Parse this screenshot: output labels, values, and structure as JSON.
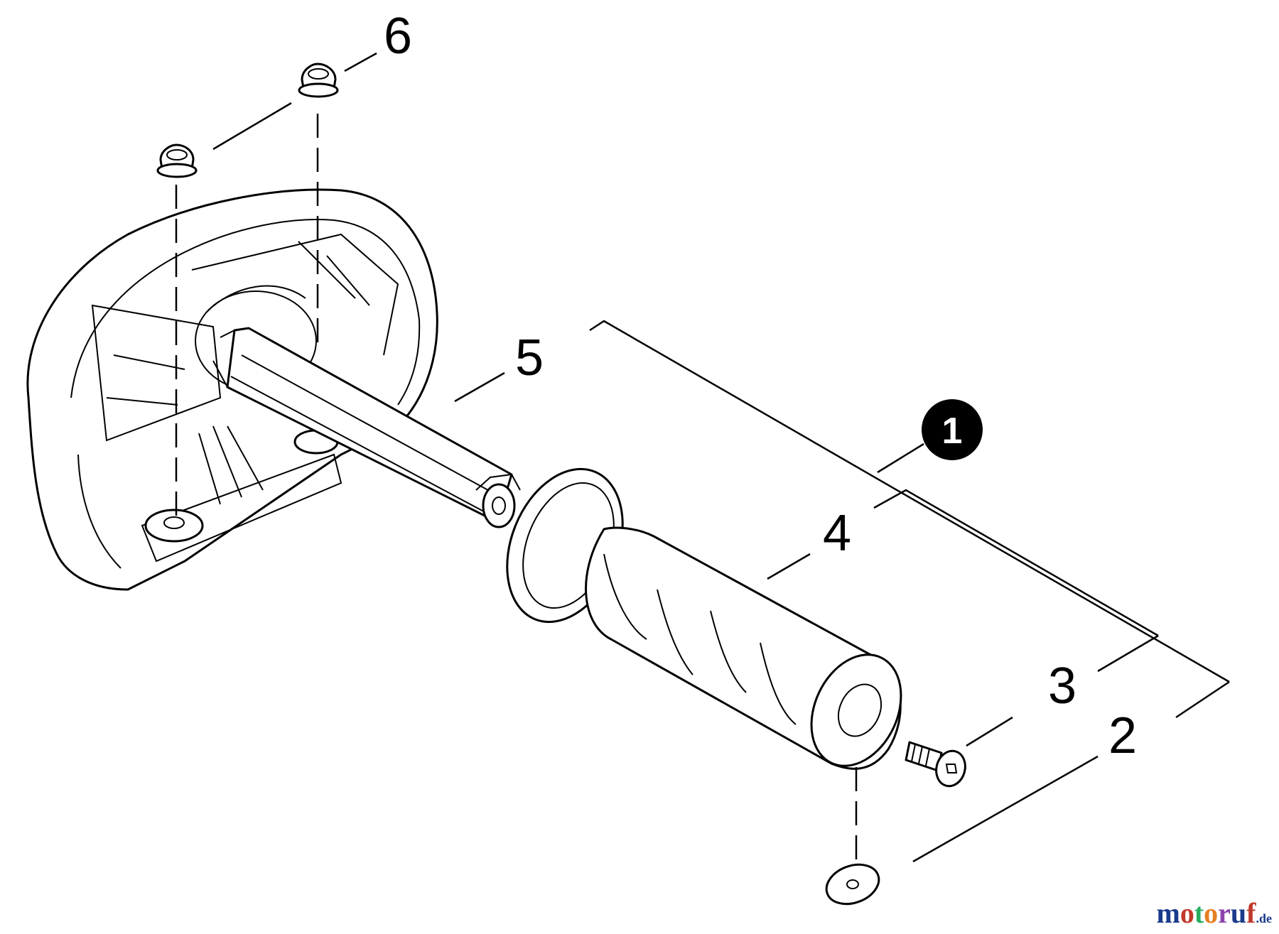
{
  "callouts": {
    "main_assembly": "1",
    "screw_set": "2",
    "screw": "3",
    "grip": "4",
    "bracket": "5",
    "nuts": "6"
  },
  "watermark": {
    "text": "motoruf",
    "tld": ".de",
    "colors": [
      "#1a3a8c",
      "#c0392b",
      "#27ae60",
      "#e67e22",
      "#8e44ad",
      "#1a3a8c",
      "#c0392b"
    ]
  }
}
